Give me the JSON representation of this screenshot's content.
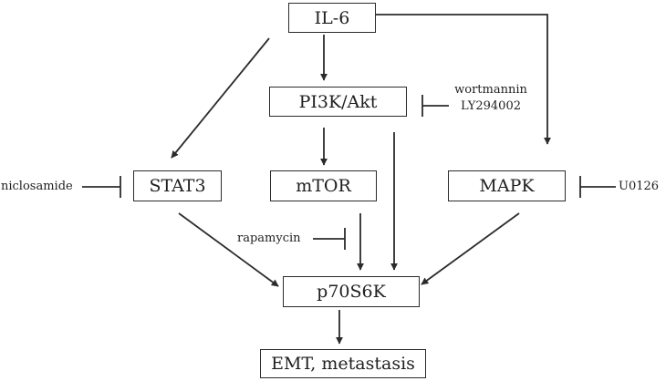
{
  "nodes": {
    "il6": "IL-6",
    "pi3k_akt": "PI3K/Akt",
    "stat3": "STAT3",
    "mtor": "mTOR",
    "mapk": "MAPK",
    "p70s6k": "p70S6K",
    "emt": "EMT, metastasis"
  },
  "inhibitors": {
    "wortmannin": "wortmannin",
    "ly294002": "LY294002",
    "niclosamide": "niclosamide",
    "rapamycin": "rapamycin",
    "u0126": "U0126"
  },
  "colors": {
    "line": "#2b2b2b",
    "text": "#1f1f1f",
    "background": "#ffffff"
  }
}
